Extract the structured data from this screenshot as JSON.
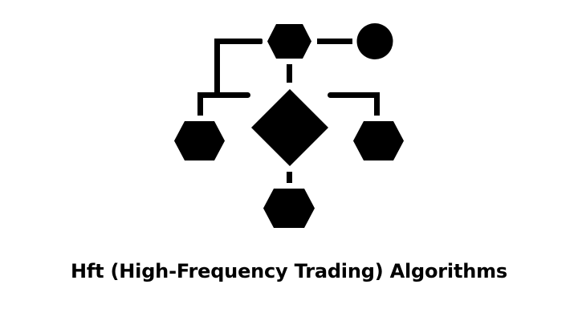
{
  "caption": {
    "text": "Hft (High-Frequency Trading) Algorithms"
  },
  "icon": {
    "name": "flowchart-icon",
    "color": "#000000",
    "background": "#ffffff",
    "nodes": [
      {
        "id": "top-hexagon",
        "shape": "hexagon"
      },
      {
        "id": "top-circle",
        "shape": "circle"
      },
      {
        "id": "decision-diamond",
        "shape": "diamond"
      },
      {
        "id": "left-hexagon",
        "shape": "hexagon"
      },
      {
        "id": "right-hexagon",
        "shape": "hexagon"
      },
      {
        "id": "bottom-hexagon",
        "shape": "hexagon"
      }
    ]
  }
}
